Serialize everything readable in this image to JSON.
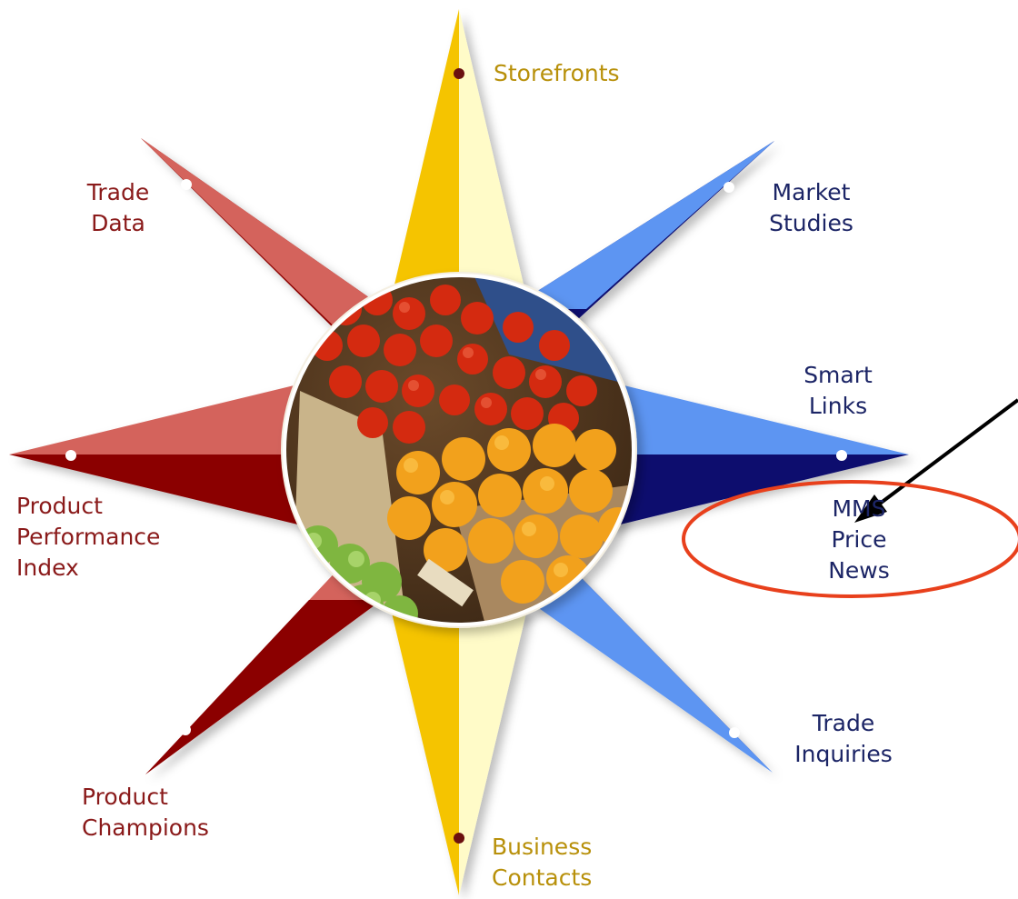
{
  "nav": {
    "storefronts": {
      "lines": [
        "Storefronts"
      ]
    },
    "market_studies": {
      "lines": [
        "Market",
        "Studies"
      ]
    },
    "smart_links": {
      "lines": [
        "Smart",
        "Links"
      ]
    },
    "mms_price_news": {
      "lines": [
        "MMS",
        "Price",
        "News"
      ]
    },
    "trade_inquiries": {
      "lines": [
        "Trade",
        "Inquiries"
      ]
    },
    "business_contacts": {
      "lines": [
        "Business",
        "Contacts"
      ]
    },
    "product_champions": {
      "lines": [
        "Product",
        "Champions"
      ]
    },
    "product_performance_index": {
      "lines": [
        "Product",
        "Performance",
        "Index"
      ]
    },
    "trade_data": {
      "lines": [
        "Trade",
        "Data"
      ]
    }
  },
  "colors": {
    "red_dark": "#8b0000",
    "red_light": "#d4645c",
    "blue_dark": "#0a0a6e",
    "blue_light": "#5d95f2",
    "gold": "#f5c400",
    "cream": "#fffbc8",
    "highlight": "#e8401c",
    "label_red": "#8a1a1a",
    "label_navy": "#1c2566",
    "label_gold": "#b8900a"
  },
  "center_image": {
    "icon": "produce-photo"
  },
  "annotation": {
    "icon": "pointer-arrow",
    "highlight": "red-ellipse"
  }
}
